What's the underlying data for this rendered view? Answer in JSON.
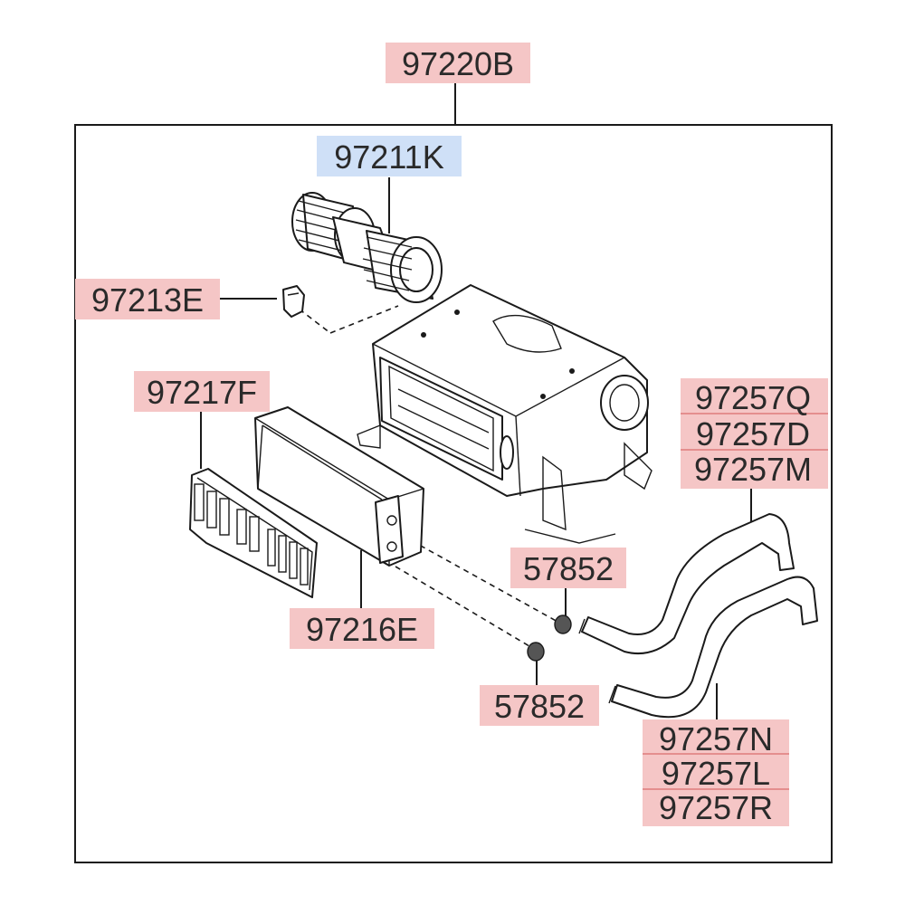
{
  "colors": {
    "label_highlight_red": "#f5c6c6",
    "label_highlight_blue": "#cfe0f7",
    "line": "#1a1a1a"
  },
  "labels": {
    "assembly": "97220B",
    "blower_motor": "97211K",
    "clip": "97213E",
    "grille": "97217F",
    "heater_core": "97216E",
    "hose_clamp_upper": "57852",
    "hose_clamp_lower": "57852",
    "hose_upper_1": "97257Q",
    "hose_upper_2": "97257D",
    "hose_upper_3": "97257M",
    "hose_lower_1": "97257N",
    "hose_lower_2": "97257L",
    "hose_lower_3": "97257R"
  }
}
